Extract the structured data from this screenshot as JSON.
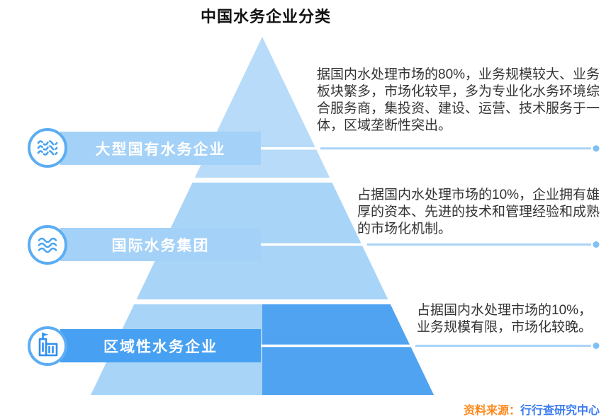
{
  "title": "中国水务企业分类",
  "tiers": [
    {
      "label": "大型国有水务企业",
      "icon": "ripple-waves-icon",
      "description": "据国内水处理市场的80%，业务规模较大、业务板块繁多，市场化较早，多为专业化水务环境综合服务商，集投资、建设、运营、技术服务于一体，区域垄断性突出。"
    },
    {
      "label": "国际水务集团",
      "icon": "waves-icon",
      "description": "占据国内水处理市场的10%，企业拥有雄厚的资本、先进的技术和管理经验和成熟的市场化机制。"
    },
    {
      "label": "区域性水务企业",
      "icon": "factory-icon",
      "description": "占据国内水处理市场的10%，业务规模有限，市场化较晚。"
    }
  ],
  "source": {
    "prefix": "资料来源：",
    "name": "行行查研究中心"
  },
  "colors": {
    "tier_top": "#b7dbf9",
    "tier_middle": "#a8d4f8",
    "tier_bottom_light": "#a8d4f8",
    "tier_bottom_dark": "#4fa3f1",
    "bar_light": "#a4d1f7",
    "bar_dark": "#47a0f1",
    "connector_line": "#a9d4f7",
    "connector_dot": "#7fc0f5",
    "icon_stroke": "#5cadf3",
    "body_text": "#333333",
    "title_text": "#111111",
    "source_prefix": "#ff8a1e",
    "source_name": "#3a7bf0"
  }
}
